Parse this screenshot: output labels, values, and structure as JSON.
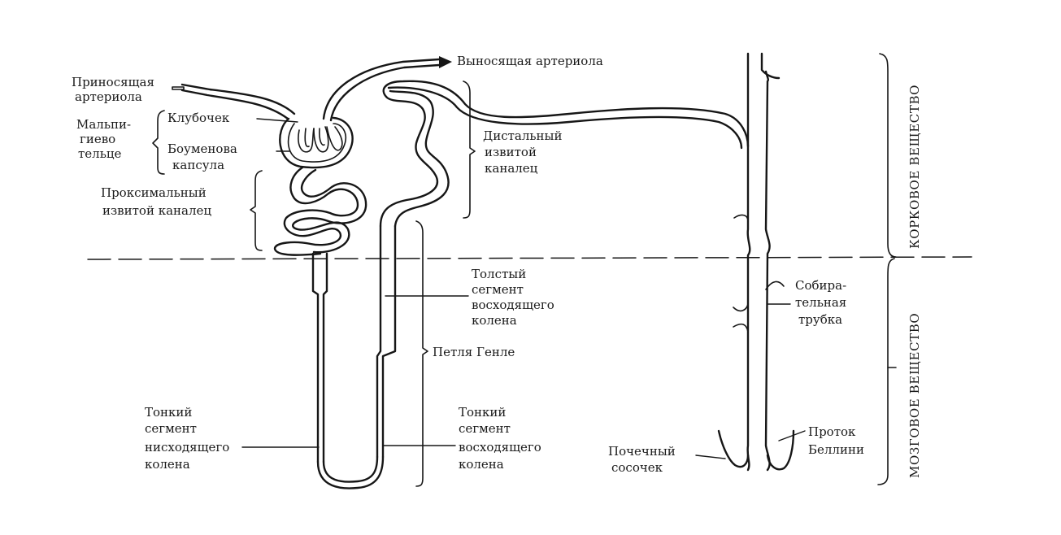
{
  "diagram": {
    "labels": {
      "afferent_line1": "Приносящая",
      "afferent_line2": "артериола",
      "efferent": "Выносящая артериола",
      "malpighian_line1": "Мальпи-",
      "malpighian_line2": "гиево",
      "malpighian_line3": "тельце",
      "glomerulus": "Клубочек",
      "bowman_line1": "Боуменова",
      "bowman_line2": "капсула",
      "proximal_line1": "Проксимальный",
      "proximal_line2": "извитой  каналец",
      "distal_line1": "Дистальный",
      "distal_line2": "извитой",
      "distal_line3": "каналец",
      "thick_line1": "Толстый",
      "thick_line2": "сегмент",
      "thick_line3": "восходящего",
      "thick_line4": "колена",
      "henle": "Петля Генле",
      "thin_desc_line1": "Тонкий",
      "thin_desc_line2": "сегмент",
      "thin_desc_line3": "нисходящего",
      "thin_desc_line4": "колена",
      "thin_asc_line1": "Тонкий",
      "thin_asc_line2": "сегмент",
      "thin_asc_line3": "восходящего",
      "thin_asc_line4": "колена",
      "collecting_line1": "Собира-",
      "collecting_line2": "тельная",
      "collecting_line3": "трубка",
      "papilla_line1": "Почечный",
      "papilla_line2": "сосочек",
      "bellini_line1": "Проток",
      "bellini_line2": "Беллини",
      "cortex": "КОРКОВОЕ ВЕЩЕСТВО",
      "medulla": "МОЗГОВОЕ ВЕЩЕСТВО"
    }
  }
}
